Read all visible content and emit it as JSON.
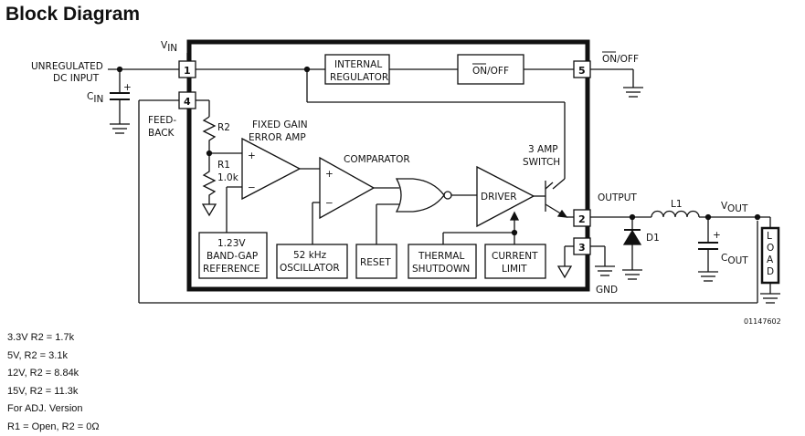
{
  "title": "Block Diagram",
  "pins": {
    "p1": "1",
    "p2": "2",
    "p3": "3",
    "p4": "4",
    "p5": "5"
  },
  "labels": {
    "vin": "V",
    "vin_sub": "IN",
    "unregulated": "UNREGULATED",
    "dc_input": "DC INPUT",
    "cin": "C",
    "cin_sub": "IN",
    "plus": "+",
    "feedback_1": "FEED-",
    "feedback_2": "BACK",
    "r2": "R2",
    "r1": "R1",
    "r1_val": "1.0k",
    "fixed_gain_1": "FIXED GAIN",
    "fixed_gain_2": "ERROR AMP",
    "comparator": "COMPARATOR",
    "three_amp_1": "3 AMP",
    "three_amp_2": "SWITCH",
    "output": "OUTPUT",
    "l1": "L1",
    "vout": "V",
    "vout_sub": "OUT",
    "d1": "D1",
    "cout": "C",
    "cout_sub": "OUT",
    "load": "LOAD",
    "gnd": "GND",
    "on_off_pin": "ON",
    "on_off_pin_rest": "/OFF",
    "part_no": "01147602",
    "amp_plus": "+",
    "amp_minus": "−"
  },
  "blocks": {
    "internal_regulator_1": "INTERNAL",
    "internal_regulator_2": "REGULATOR",
    "on_off_box_on": "ON",
    "on_off_box_rest": "/OFF",
    "bandgap_1": "1.23V",
    "bandgap_2": "BAND-GAP",
    "bandgap_3": "REFERENCE",
    "oscillator_1": "52 kHz",
    "oscillator_2": "OSCILLATOR",
    "reset": "RESET",
    "thermal_1": "THERMAL",
    "thermal_2": "SHUTDOWN",
    "current_1": "CURRENT",
    "current_2": "LIMIT",
    "driver": "DRIVER"
  },
  "notes": [
    "3.3V R2 = 1.7k",
    "5V, R2 = 3.1k",
    "12V, R2 = 8.84k",
    "15V, R2 = 11.3k",
    "For ADJ. Version",
    "R1 = Open, R2 = 0Ω"
  ]
}
